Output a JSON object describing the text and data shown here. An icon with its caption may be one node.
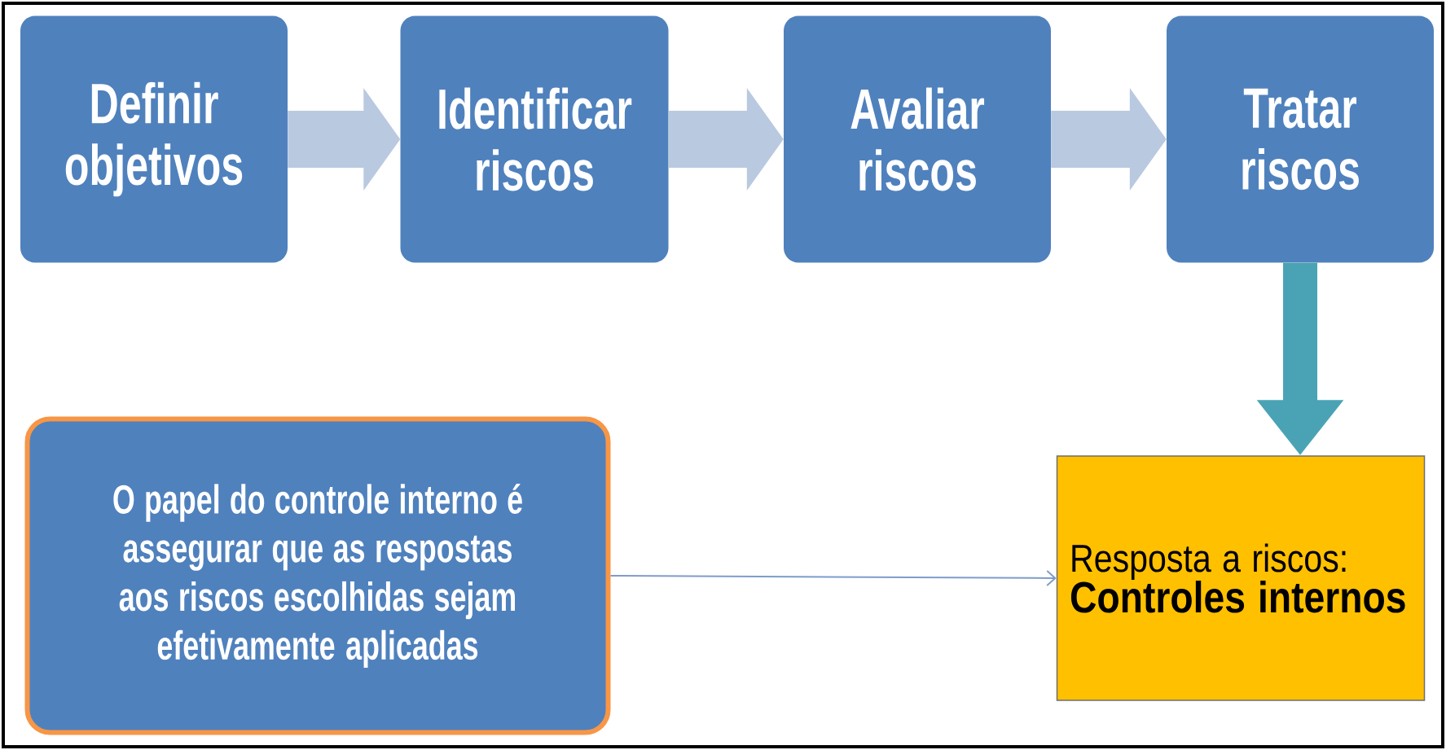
{
  "diagram": {
    "nodes": [
      {
        "text": [
          "Definir objetivos"
        ]
      },
      {
        "text": [
          "Identificar riscos"
        ]
      },
      {
        "text": [
          "Avaliar riscos"
        ]
      },
      {
        "text": [
          "Tratar riscos"
        ]
      },
      {
        "text": [
          "O papel do controle interno é assegurar que as respostas aos riscos escolhidas sejam efetivamente aplicadas"
        ]
      },
      {
        "text": [
          "Resposta a riscos:",
          "Controles internos"
        ]
      }
    ],
    "edges": [
      {
        "from": 0,
        "to": 1,
        "arrow": "to"
      },
      {
        "from": 1,
        "to": 2,
        "arrow": "to"
      },
      {
        "from": 2,
        "to": 3,
        "arrow": "to"
      },
      {
        "from": 3,
        "to": 5,
        "arrow": "to",
        "color": "#4aa3b5"
      },
      {
        "from": 4,
        "to": 5,
        "arrow": "to",
        "color": "#7f9ccb"
      }
    ]
  }
}
